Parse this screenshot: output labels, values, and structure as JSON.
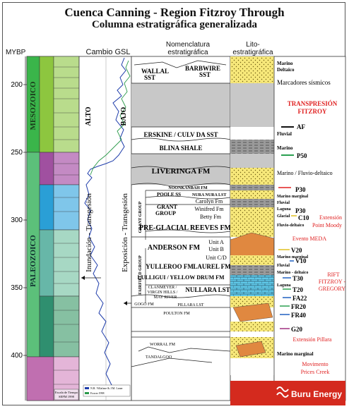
{
  "title": {
    "line1": "Cuenca Canning -  Region Fitzroy Through",
    "line2": "Columna estratigráfica generalizada"
  },
  "headers": {
    "mybp": "MYBP",
    "gsl": "Cambio GSL",
    "nomenclature_line1": "Nomenclatura",
    "nomenclature_line2": "estratigráfica",
    "litho_line1": "Lito-",
    "litho_line2": "estratigráfica"
  },
  "age_ticks": [
    "200",
    "250",
    "300",
    "350",
    "400"
  ],
  "eras": {
    "mesozoico": "MESOZOICO",
    "paleozoico": "PALEOZOICO"
  },
  "legend_box": {
    "line1": "Escala de Tiempo",
    "line2": "SEPM 1998"
  },
  "gsl": {
    "alto": "ALTO",
    "bajo": "BAJO",
    "inundacion": "Inundación - Transgesión",
    "exposicion": "Exposición - Transgesión",
    "legend1": "N.R. Villafane & J.M. Laner",
    "legend2": "Exxon 1998"
  },
  "formations": {
    "wallal": "WALLAL",
    "wallal2": "SST",
    "barbwire": "BARBWIRE",
    "barbwire2": "SST",
    "erskine": "ERSKINE / CULV DA SST",
    "blina": "BLINA SHALE",
    "liveringa": "LIVERINGA FM",
    "noonkanbah": "NOONKANBAH FM",
    "poole": "POOLE SS",
    "nura": "NURA NURA LST",
    "grant_group": "GRANT",
    "grant_group2": "GROUP",
    "grant_side": "GRANT GROUP",
    "carolyn": "Carolyn Fm",
    "winifred": "Winifred Fm",
    "betty": "Betty Fm",
    "preglacial": "PRE-GLACIAL REEVES FM",
    "anderson": "ANDERSON FM",
    "unit_a": "Unit A",
    "unit_b": "Unit B",
    "unit_cd": "Unit C/D",
    "fairfield": "FAIRFIELD GROUP",
    "yulleroo": "YULLEROO FM",
    "laurel": "LAUREL FM",
    "lulligui": "LULLIGUI / YELLOW DRUM FM",
    "clanmeyer": "CLANMEYER /",
    "virgin": "VIRGIN HILLS /",
    "mayriver": "MAY RIVER",
    "nullara": "NULLARA LST",
    "gogo": "GOGO FM",
    "pillara": "PILLARA LST",
    "poulton": "POULTON FM",
    "worral": "WORRAL FM",
    "tandalgoo": "TANDALGOO"
  },
  "environments": {
    "marino": "Marino",
    "deltaico": "Deltaico",
    "marino2": "Marino",
    "marino_fluvio": "Marino / Fluvio-deltaico",
    "marino_marginal": "Marino marginal",
    "fluvial": "Fluvial",
    "laguna": "Laguna",
    "glacial": "Glacial",
    "fluvio_deltaico": "Fluvio-deltaico",
    "marino_marginal2": "Marino marginal",
    "fluvial2": "Fluvial",
    "marino_deltaico": "Marino - deltaico",
    "laguna2": "Laguna",
    "fluvial3": "Fluvial",
    "marino_marginal3": "Marino marginal"
  },
  "markers": {
    "sismicos": "Marcadores sísmicos",
    "af": "AF",
    "p50": "P50",
    "p30a": "P30",
    "p30b": "P30",
    "c10": "C10",
    "v20": "V20",
    "v10": "V10",
    "t30": "T30",
    "t20": "T20",
    "fa22": "FA22",
    "fr20": "FR20",
    "fr40": "FR40",
    "g20": "G20"
  },
  "events": {
    "transpresion1": "TRANSPRESIÓN",
    "transpresion2": "FITZROY",
    "point_moody1": "Extensión",
    "point_moody2": "Point Moody",
    "meda": "Evento MEDA",
    "rift1": "RIFT",
    "rift2": "FITZROY -",
    "rift3": "GREGORY",
    "pillara": "Extensión Pillara",
    "prices1": "Movimento",
    "prices2": "Prices Creek"
  },
  "logo": {
    "brand": "Buru Energy"
  },
  "colors": {
    "jurassic": "#3ab54a",
    "cretaceous": "#8dc63f",
    "triassic": "#a050a0",
    "permian": "#2a9fd6",
    "carboniferous": "#67b7a8",
    "devonian": "#2f8f6f",
    "silurian": "#c06fb0",
    "event_red": "#e02020",
    "marker_green": "#2aa050",
    "marker_blue": "#2060c0",
    "logo_red": "#d42a1e"
  }
}
